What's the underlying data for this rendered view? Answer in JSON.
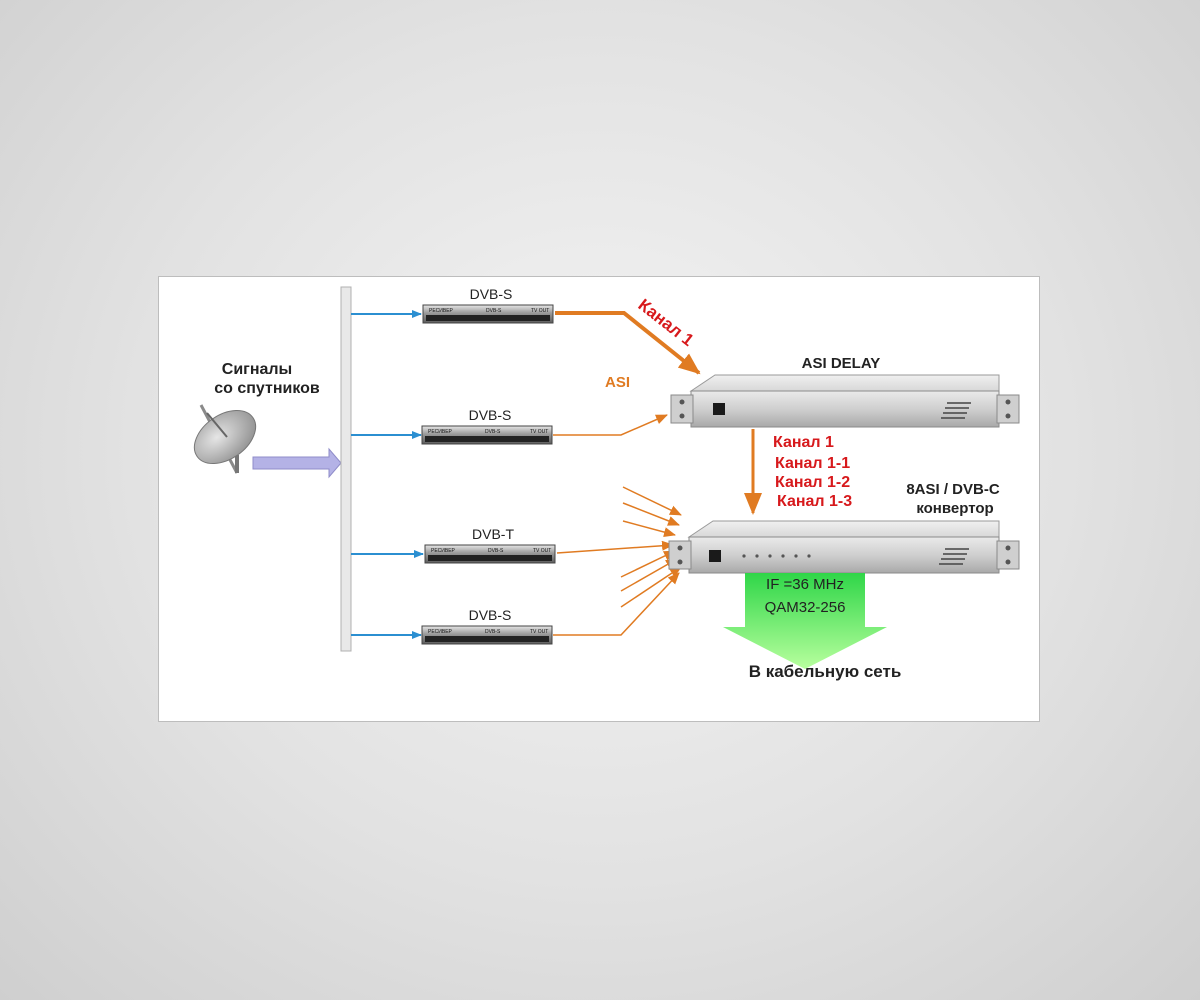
{
  "satellite_label": {
    "line1": "Сигналы",
    "line2": "со спутников"
  },
  "receivers": [
    {
      "type": "DVB-S",
      "front_left": "РЕСИВЕР",
      "front_mid": "DVB-S",
      "front_right": "TV OUT"
    },
    {
      "type": "DVB-S",
      "front_left": "РЕСИВЕР",
      "front_mid": "DVB-S",
      "front_right": "TV OUT"
    },
    {
      "type": "DVB-T",
      "front_left": "РЕСИВЕР",
      "front_mid": "DVB-S",
      "front_right": "TV OUT"
    },
    {
      "type": "DVB-S",
      "front_left": "РЕСИВЕР",
      "front_mid": "DVB-S",
      "front_right": "TV OUT"
    }
  ],
  "asi_label": "ASI",
  "channel_arrow_label": "Канал 1",
  "asi_delay": {
    "title": "ASI DELAY"
  },
  "channel_list": [
    "Канал 1",
    "Канал 1-1",
    "Канал 1-2",
    "Канал 1-3"
  ],
  "converter": {
    "title_line1": "8ASI / DVB-C",
    "title_line2": "конвертор"
  },
  "output": {
    "line1": "IF =36 MHz",
    "line2": "QAM32-256",
    "destination": "В кабельную сеть"
  },
  "colors": {
    "orange": "#e07b22",
    "red": "#d7191c",
    "blue": "#2b8fd1",
    "purple_arrow": "#b4b2e6",
    "green_arrow": "#8ef57a"
  }
}
